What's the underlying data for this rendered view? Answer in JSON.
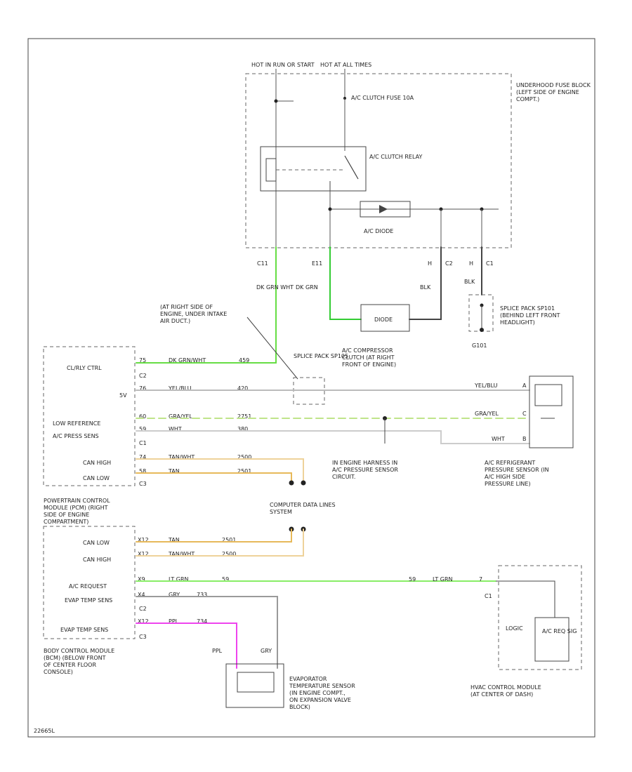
{
  "diagram_id": "22665L",
  "fuse_block": {
    "feed_run_start": "HOT IN RUN OR START",
    "feed_all_times": "HOT AT ALL TIMES",
    "label": "UNDERHOOD FUSE BLOCK (LEFT SIDE OF ENGINE COMPT.)",
    "fuse_label": "A/C CLUTCH FUSE 10A",
    "relay_label": "A/C CLUTCH RELAY",
    "diode_label": "A/C DIODE",
    "conn_c11_left": "C11",
    "conn_e11": "E11",
    "conn_h_c2": "H",
    "conn_c2": "C2",
    "conn_h_c1": "H",
    "conn_c1": "C1"
  },
  "wires": {
    "dk_grn_wht": "DK GRN WHT",
    "dk_grn": "DK GRN",
    "blk_c2": "BLK",
    "blk_c1": "BLK",
    "clrly_color": "DK GRN/WHT",
    "clrly_circuit": "459",
    "v5_color": "YEL/BLU",
    "v5_circuit": "420",
    "low_ref_color": "GRA/YEL",
    "low_ref_circuit": "2751",
    "press_color": "WHT",
    "press_circuit": "380",
    "canhigh_color": "TAN/WHT",
    "canhigh_circuit": "2500",
    "canlow_color": "TAN",
    "canlow_circuit": "2501",
    "req_color": "LT GRN",
    "req_circuit": "59",
    "evap_grey_color": "GRY",
    "evap_grey_circuit": "733",
    "evap_ppl_color": "PPL",
    "evap_ppl_circuit": "734",
    "sensor_v5_color": "YEL/BLU",
    "sensor_ref_color": "GRA/YEL",
    "sensor_sig_color": "WHT",
    "hvac_color": "LT GRN",
    "hvac_circuit": "59",
    "evap_ppl_short": "PPL",
    "evap_gry_short": "GRY"
  },
  "splices": {
    "sp_locate": "(AT RIGHT SIDE OF ENGINE, UNDER INTAKE AIR DUCT.)",
    "sp_label": "SPLICE PACK SP105",
    "sp_ground_label": "SPLICE PACK SP101 (BEHIND LEFT FRONT HEADLIGHT)",
    "ground_id": "G101",
    "harness_note": "IN ENGINE HARNESS IN A/C PRESSURE SENSOR CIRCUIT.",
    "data_lines_label": "COMPUTER DATA LINES SYSTEM"
  },
  "compressor": {
    "inner": "DIODE",
    "label": "A/C COMPRESSOR CLUTCH (AT RIGHT FRONT OF ENGINE)"
  },
  "pcm": {
    "clrly": "CL/RLY CTRL",
    "v5": "5V",
    "low_ref": "LOW REFERENCE",
    "press_sens": "A/C PRESS SENS",
    "can_high": "CAN HIGH",
    "can_low": "CAN LOW",
    "c2": "C2",
    "c1": "C1",
    "c3": "C3",
    "pin_clrly": "75",
    "pin_v5": "76",
    "pin_low": "60",
    "pin_press": "59",
    "pin_canhigh": "74",
    "pin_canlow": "58",
    "label": "POWERTRAIN CONTROL MODULE (PCM) (RIGHT SIDE OF ENGINE COMPARTMENT)"
  },
  "bcm": {
    "can_low": "CAN LOW",
    "can_high": "CAN HIGH",
    "ac_request": "A/C REQUEST",
    "evap_temp_sens": "EVAP TEMP SENS",
    "evap_temp_sens2": "EVAP TEMP SENS",
    "c2": "C2",
    "c3": "C3",
    "pin_canlow": "X12",
    "pin_canhigh": "X12",
    "pin_req": "X9",
    "pin_evap1": "X4",
    "pin_evap2": "X12",
    "label": "BODY CONTROL MODULE (BCM) (BELOW FRONT OF CENTER FLOOR CONSOLE)"
  },
  "pressure_sensor": {
    "pin_a": "A",
    "pin_c": "C",
    "pin_b": "B",
    "label": "A/C REFRIGERANT PRESSURE SENSOR (IN A/C HIGH SIDE PRESSURE LINE)"
  },
  "evap_sensor": {
    "label": "EVAPORATOR TEMPERATURE SENSOR (IN ENGINE COMPT., ON EXPANSION VALVE BLOCK)"
  },
  "hvac": {
    "logic": "LOGIC",
    "req_box": "A/C REQ SIG",
    "conn": "C1",
    "pin": "7",
    "label": "HVAC CONTROL MODULE (AT CENTER OF DASH)"
  },
  "colors": {
    "dk_grn_wht": "#66dd44",
    "dk_grn": "#33cc33",
    "lt_grn": "#88ee66",
    "gra_yel": "#bfe48a",
    "tan": "#e7b95a",
    "tan_wht": "#eed29a",
    "yel_blu": "#bbbbbb",
    "wht": "#cccccc",
    "ppl": "#ee44ee",
    "gry": "#9a9a9a",
    "blk": "#444444"
  }
}
